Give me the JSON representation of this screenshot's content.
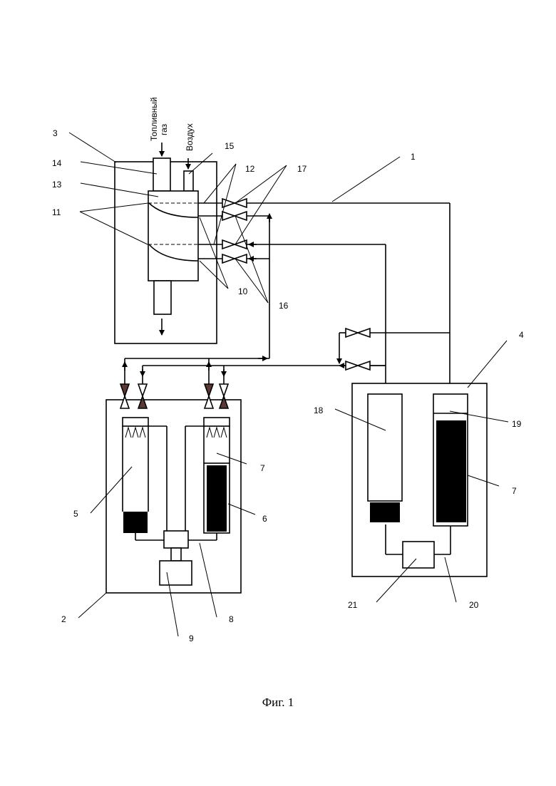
{
  "labels": {
    "fuel_gas_line1": "Топливный",
    "fuel_gas_line2": "газ",
    "air": "Воздух",
    "n1": "1",
    "n2": "2",
    "n3": "3",
    "n4": "4",
    "n5": "5",
    "n6": "6",
    "n7a": "7",
    "n7b": "7",
    "n8": "8",
    "n9": "9",
    "n10": "10",
    "n11": "11",
    "n12": "12",
    "n13": "13",
    "n14": "14",
    "n15": "15",
    "n16": "16",
    "n17": "17",
    "n18": "18",
    "n19": "19",
    "n20": "20",
    "n21": "21"
  },
  "caption": "Фиг. 1",
  "colors": {
    "line": "#000000",
    "valve_fill": "#5a3a33"
  }
}
